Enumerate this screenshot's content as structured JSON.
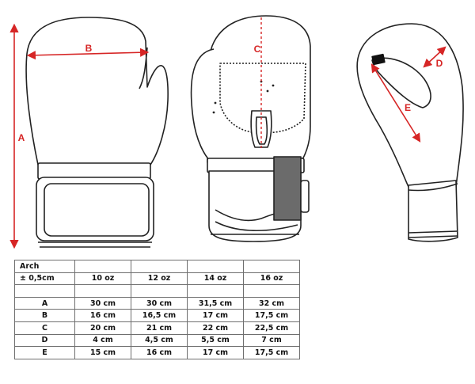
{
  "colors": {
    "dimension": "#d62525",
    "outline": "#222222",
    "strap_patch": "#6b6b6b",
    "grid": "#6f6f6f"
  },
  "diagram": {
    "labels": {
      "a": "A",
      "b": "B",
      "c": "C",
      "d": "D",
      "e": "E"
    }
  },
  "table": {
    "header1": [
      "Arch",
      "",
      "",
      "",
      ""
    ],
    "header2": [
      "± 0,5cm",
      "10 oz",
      "12 oz",
      "14 oz",
      "16 oz"
    ],
    "rows": [
      [
        "A",
        "30 cm",
        "30 cm",
        "31,5 cm",
        "32 cm"
      ],
      [
        "B",
        "16 cm",
        "16,5 cm",
        "17 cm",
        "17,5 cm"
      ],
      [
        "C",
        "20 cm",
        "21 cm",
        "22 cm",
        "22,5 cm"
      ],
      [
        "D",
        "4 cm",
        "4,5 cm",
        "5,5 cm",
        "7 cm"
      ],
      [
        "E",
        "15 cm",
        "16 cm",
        "17 cm",
        "17,5 cm"
      ]
    ]
  }
}
